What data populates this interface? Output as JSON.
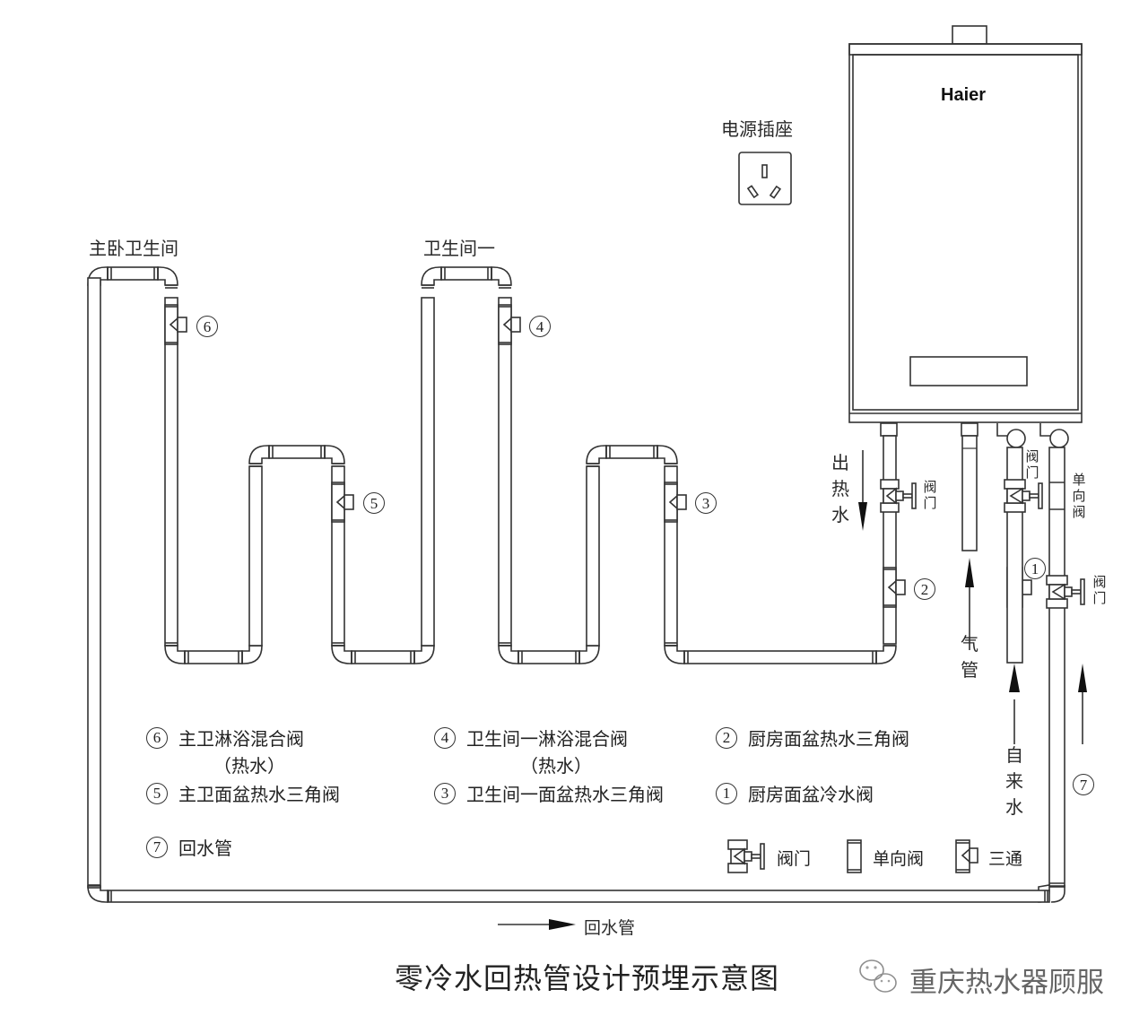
{
  "heater": {
    "brand": "Haier"
  },
  "socket": {
    "label": "电源插座"
  },
  "rooms": {
    "master_bath": "主卧卫生间",
    "bathroom_one": "卫生间一"
  },
  "pipe_labels": {
    "hot_out": [
      "出",
      "热",
      "水"
    ],
    "gas_pipe": [
      "气",
      "管"
    ],
    "tap_water": [
      "自",
      "来",
      "水"
    ],
    "valve_small_1": [
      "阀",
      "门"
    ],
    "valve_small_2": [
      "阀",
      "门"
    ],
    "valve_small_3": [
      "阀",
      "门"
    ],
    "check_valve": [
      "单",
      "向",
      "阀"
    ],
    "return_arrow_label": "回水管"
  },
  "markers": {
    "m1": "1",
    "m2": "2",
    "m3": "3",
    "m4": "4",
    "m5": "5",
    "m6": "6",
    "m7": "7"
  },
  "legend": {
    "items": [
      {
        "num": "6",
        "text": "主卫淋浴混合阀",
        "sub": "（热水）"
      },
      {
        "num": "5",
        "text": "主卫面盆热水三角阀"
      },
      {
        "num": "7",
        "text": "回水管"
      },
      {
        "num": "4",
        "text": "卫生间一淋浴混合阀",
        "sub": "（热水）"
      },
      {
        "num": "3",
        "text": "卫生间一面盆热水三角阀"
      },
      {
        "num": "2",
        "text": "厨房面盆热水三角阀"
      },
      {
        "num": "1",
        "text": "厨房面盆冷水阀"
      }
    ]
  },
  "symbol_key": {
    "valve": "阀门",
    "check_valve": "单向阀",
    "tee": "三通"
  },
  "title": "零冷水回热管设计预埋示意图",
  "watermark": "重庆热水器顾服"
}
